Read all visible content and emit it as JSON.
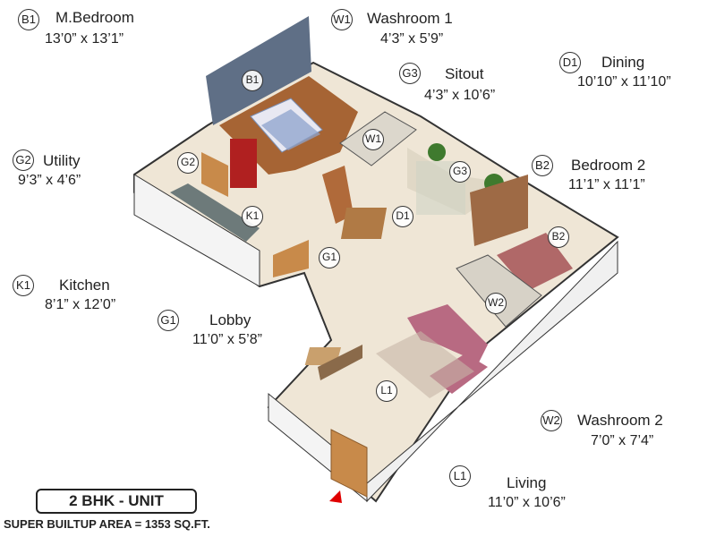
{
  "legend": [
    {
      "code": "B1",
      "name": "M.Bedroom",
      "size": "13’0” x 13’1”"
    },
    {
      "code": "W1",
      "name": "Washroom 1",
      "size": "4’3” x 5’9”"
    },
    {
      "code": "G3",
      "name": "Sitout",
      "size": "4’3” x 10’6”"
    },
    {
      "code": "D1",
      "name": "Dining",
      "size": "10’10” x 11’10”"
    },
    {
      "code": "G2",
      "name": "Utility",
      "size": "9’3” x 4’6”"
    },
    {
      "code": "B2",
      "name": "Bedroom 2",
      "size": "11’1” x 11’1”"
    },
    {
      "code": "K1",
      "name": "Kitchen",
      "size": "8’1” x 12’0”"
    },
    {
      "code": "G1",
      "name": "Lobby",
      "size": "11’0” x 5’8”"
    },
    {
      "code": "W2",
      "name": "Washroom 2",
      "size": "7’0” x 7’4”"
    },
    {
      "code": "L1",
      "name": "Living",
      "size": "11’0” x 10’6”"
    }
  ],
  "plan_tags": [
    "B1",
    "W1",
    "G2",
    "G3",
    "K1",
    "D1",
    "G1",
    "B2",
    "W2",
    "L1"
  ],
  "unit_label": "2 BHK - UNIT",
  "area_text": "SUPER BUILTUP AREA = 1353 SQ.FT.",
  "colors": {
    "floor_tile": "#efe6d6",
    "wood": "#b06a3a",
    "wall": "#ffffff",
    "wall_top": "#333333",
    "accent_wall": "#5f6f86",
    "entry_arrow": "#e00000"
  }
}
